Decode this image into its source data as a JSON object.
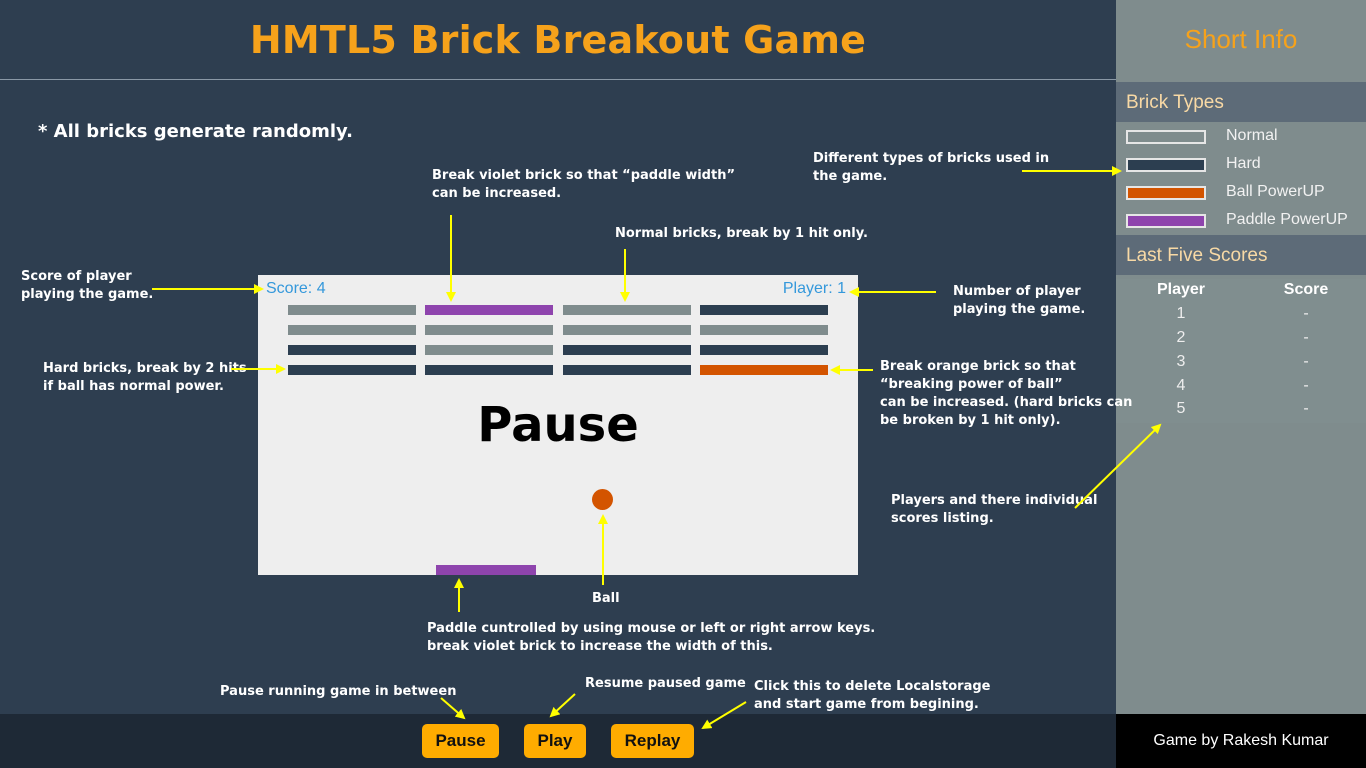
{
  "header": {
    "title": "HMTL5 Brick Breakout Game"
  },
  "sidebar": {
    "title": "Short Info",
    "brick_types_header": "Brick Types",
    "brick_types": [
      {
        "label": "Normal",
        "color": "#7f8c8d"
      },
      {
        "label": "Hard",
        "color": "#2c3e50"
      },
      {
        "label": "Ball PowerUP",
        "color": "#d35400"
      },
      {
        "label": "Paddle PowerUP",
        "color": "#8e44ad"
      }
    ],
    "scores_header": "Last Five Scores",
    "scores_columns": [
      "Player",
      "Score"
    ],
    "scores": [
      {
        "player": "1",
        "score": "-"
      },
      {
        "player": "2",
        "score": "-"
      },
      {
        "player": "3",
        "score": "-"
      },
      {
        "player": "4",
        "score": "-"
      },
      {
        "player": "5",
        "score": "-"
      }
    ],
    "credit": "Game by Rakesh Kumar"
  },
  "notes": {
    "random": "* All bricks generate randomly.",
    "violet_1": "Break violet brick so that “paddle width”",
    "violet_2": "can be increased.",
    "normal": "Normal bricks, break by 1 hit only.",
    "score_1": "Score of player",
    "score_2": "playing the game.",
    "hard_1": "Hard bricks, break by 2 hits",
    "hard_2": "if ball has normal power.",
    "player_1": "Number of player",
    "player_2": "playing the game.",
    "orange_1": "Break orange brick so that",
    "orange_2": "“breaking power of ball”",
    "orange_3": "can be increased. (hard bricks can",
    "orange_4": "be broken by 1 hit only).",
    "types_1": "Different types of bricks used in",
    "types_2": "the game.",
    "listing_1": "Players and there individual",
    "listing_2": "scores listing.",
    "ball": "Ball",
    "paddle_1": "Paddle cuntrolled by using mouse or left or right arrow keys.",
    "paddle_2": "break violet brick to increase the width of this.",
    "pause_note": "Pause running game in between",
    "resume_note": "Resume paused game",
    "replay_1": "Click this to delete Localstorage",
    "replay_2": "and start game from begining."
  },
  "game": {
    "score_text": "Score: 4",
    "player_text": "Player: 1",
    "status_text": "Pause",
    "ball_color": "#d35400",
    "paddle_color": "#8e44ad",
    "bricks": [
      [
        "normal",
        "paddle",
        "normal",
        "hard"
      ],
      [
        "normal",
        "normal",
        "normal",
        "normal"
      ],
      [
        "hard",
        "normal",
        "hard",
        "hard"
      ],
      [
        "hard",
        "hard",
        "hard",
        "ball"
      ]
    ]
  },
  "controls": {
    "pause": "Pause",
    "play": "Play",
    "replay": "Replay"
  }
}
